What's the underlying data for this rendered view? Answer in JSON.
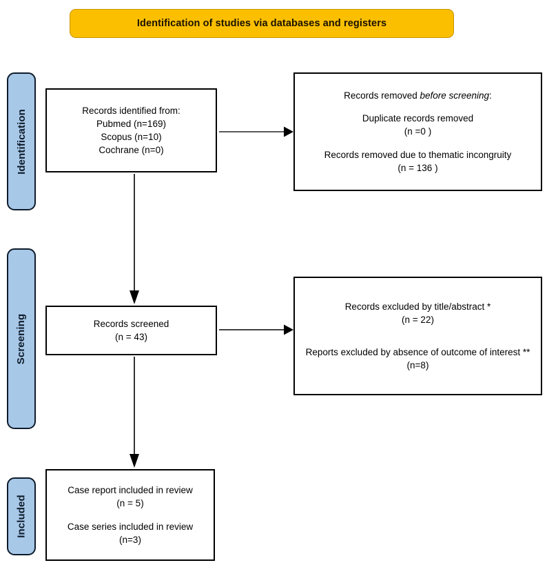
{
  "header": {
    "title": "Identification of studies via databases and registers"
  },
  "stages": [
    {
      "id": "identification",
      "label": "Identification"
    },
    {
      "id": "screening",
      "label": "Screening"
    },
    {
      "id": "included",
      "label": "Included"
    }
  ],
  "boxes": {
    "identified": {
      "title": "Records identified from:",
      "sources": [
        "Pubmed (n=169)",
        "Scopus (n=10)",
        "Cochrane (n=0)"
      ]
    },
    "removed": {
      "heading_prefix": "Records removed ",
      "heading_italic": "before screening",
      "heading_suffix": ":",
      "reason1": "Duplicate records removed",
      "count1": "(n =0 )",
      "reason2": "Records removed due to thematic incongruity",
      "count2": "(n = 136 )"
    },
    "screened": {
      "label": "Records screened",
      "count": "(n = 43)"
    },
    "excluded": {
      "reason1": "Records excluded by title/abstract *",
      "count1": "(n = 22)",
      "reason2": "Reports excluded by absence of outcome of interest **",
      "count2": "(n=8)"
    },
    "included": {
      "reason1": "Case report included in review",
      "count1": "(n = 5)",
      "reason2": "Case series included in review",
      "count2": "(n=3)"
    }
  },
  "arrows": [
    {
      "name": "identified-to-removed",
      "orientation": "horizontal"
    },
    {
      "name": "identified-to-screened",
      "orientation": "vertical"
    },
    {
      "name": "screened-to-excluded",
      "orientation": "horizontal"
    },
    {
      "name": "screened-to-included",
      "orientation": "vertical"
    }
  ],
  "colors": {
    "banner": "#FBBF00",
    "stage": "#A8C8E8",
    "stage_border": "#0d1b2a",
    "box_border": "#000000",
    "arrow_gray": "#595959",
    "arrow_black": "#000000"
  }
}
